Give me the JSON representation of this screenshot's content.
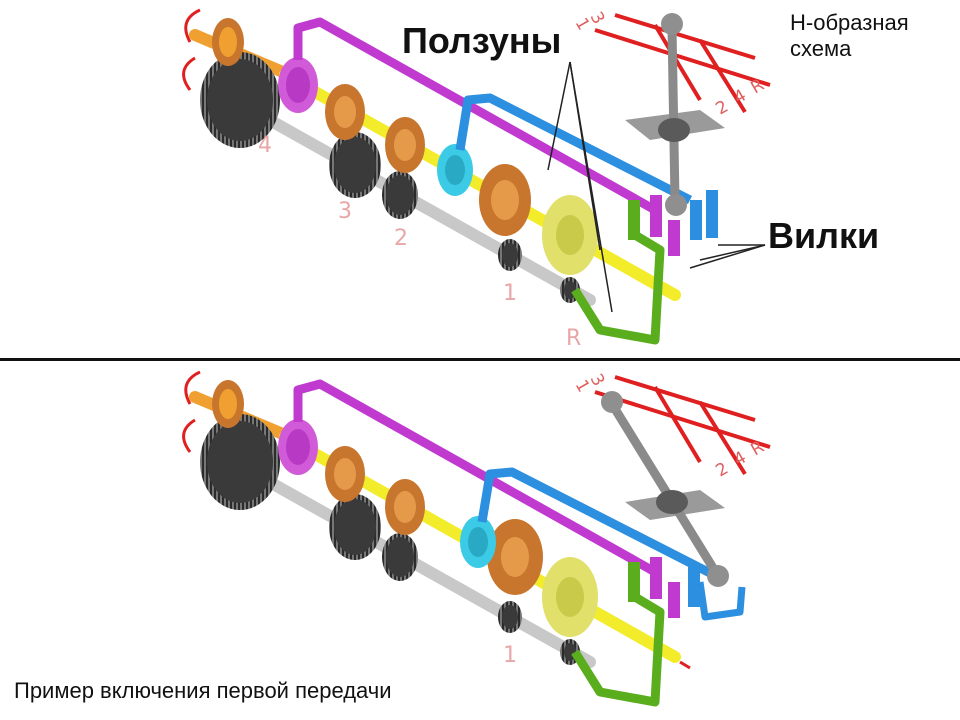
{
  "labels": {
    "sliders": "Ползуны",
    "forks": "Вилки",
    "scheme_line1": "Н-образная",
    "scheme_line2": "схема",
    "caption": "Пример включения первой передачи"
  },
  "gear_numbers": [
    "4",
    "3",
    "2",
    "1",
    "R"
  ],
  "gate_labels": [
    "1",
    "3",
    "2",
    "4",
    "R"
  ],
  "colors": {
    "rod_magenta": "#c03ad0",
    "rod_blue": "#2d8fe0",
    "rod_green": "#5aae1e",
    "shaft_yellow": "#f2ec2a",
    "shaft_grey": "#c8c8c8",
    "input_orange": "#f0a030",
    "gear_bronze": "#c8762e",
    "gear_dark": "#3a3a3a",
    "gear_olive": "#e0e06a",
    "synchro_cyan": "#3ccbe6",
    "shift_gate_red": "#e02020"
  },
  "state": {
    "top_panel": "neutral",
    "bottom_panel": "first gear engaged"
  }
}
